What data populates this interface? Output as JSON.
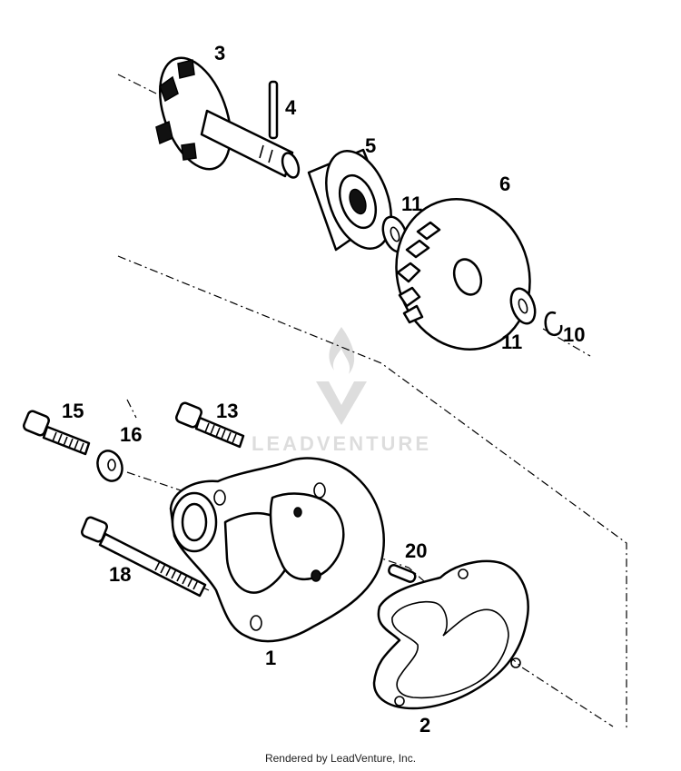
{
  "callouts": {
    "c3": "3",
    "c4": "4",
    "c5": "5",
    "c6": "6",
    "c11a": "11",
    "c11b": "11",
    "c10": "10",
    "c15": "15",
    "c13": "13",
    "c16": "16",
    "c18": "18",
    "c20": "20",
    "c1": "1",
    "c2": "2"
  },
  "watermark": {
    "brand": "LEADVENTURE"
  },
  "footer": {
    "text": "Rendered by LeadVenture, Inc."
  }
}
